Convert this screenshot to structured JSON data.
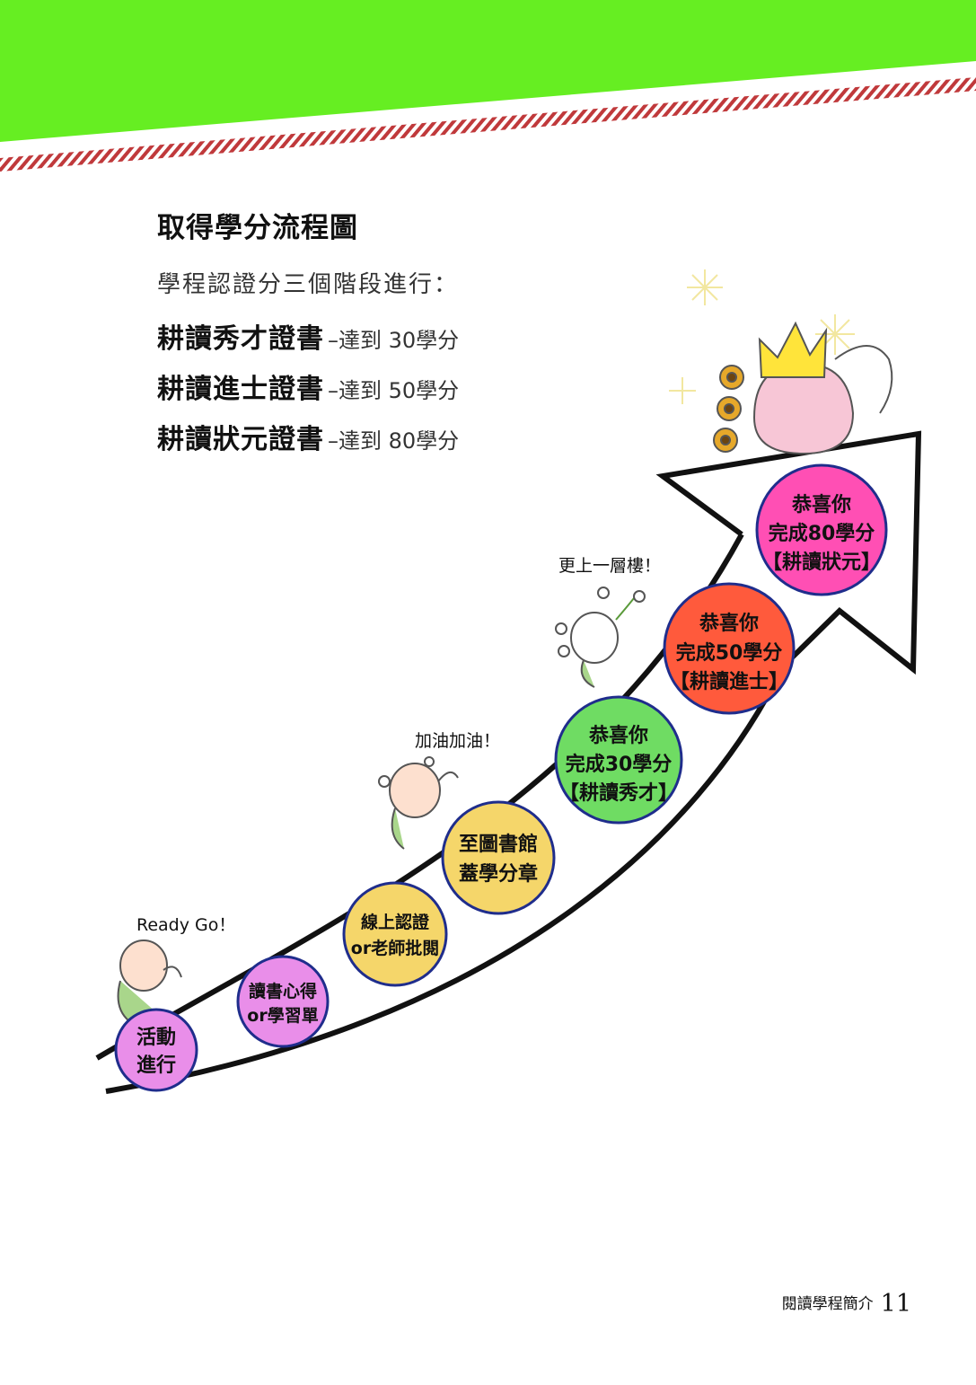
{
  "title": "取得學分流程圖",
  "intro": "學程認證分三個階段進行：",
  "certificates": [
    {
      "name": "耕讀秀才證書",
      "requirement": "–達到 30學分"
    },
    {
      "name": "耕讀進士證書",
      "requirement": "–達到 50學分"
    },
    {
      "name": "耕讀狀元證書",
      "requirement": "–達到 80學分"
    }
  ],
  "steps": [
    {
      "lines": [
        "活動",
        "進行"
      ],
      "color": "#e98ee9"
    },
    {
      "lines": [
        "讀書心得",
        "or學習單"
      ],
      "color": "#e98ee9"
    },
    {
      "lines": [
        "線上認證",
        "or老師批閱"
      ],
      "color": "#f5d66a"
    },
    {
      "lines": [
        "至圖書館",
        "蓋學分章"
      ],
      "color": "#f5d66a"
    },
    {
      "lines": [
        "恭喜你",
        "完成30學分",
        "【耕讀秀才】"
      ],
      "color": "#6fdc63"
    },
    {
      "lines": [
        "恭喜你",
        "完成50學分",
        "【耕讀進士】"
      ],
      "color": "#ff5a3c"
    },
    {
      "lines": [
        "恭喜你",
        "完成80學分",
        "【耕讀狀元】"
      ],
      "color": "#ff4fb4"
    }
  ],
  "cheers": [
    "Ready Go！",
    "加油加油！",
    "更上一層樓！"
  ],
  "footer": {
    "label": "閱讀學程簡介",
    "page": "11"
  },
  "colors": {
    "banner": "#66ee22",
    "stripe": "#c0393b",
    "circle_border": "#1f2d8c"
  }
}
